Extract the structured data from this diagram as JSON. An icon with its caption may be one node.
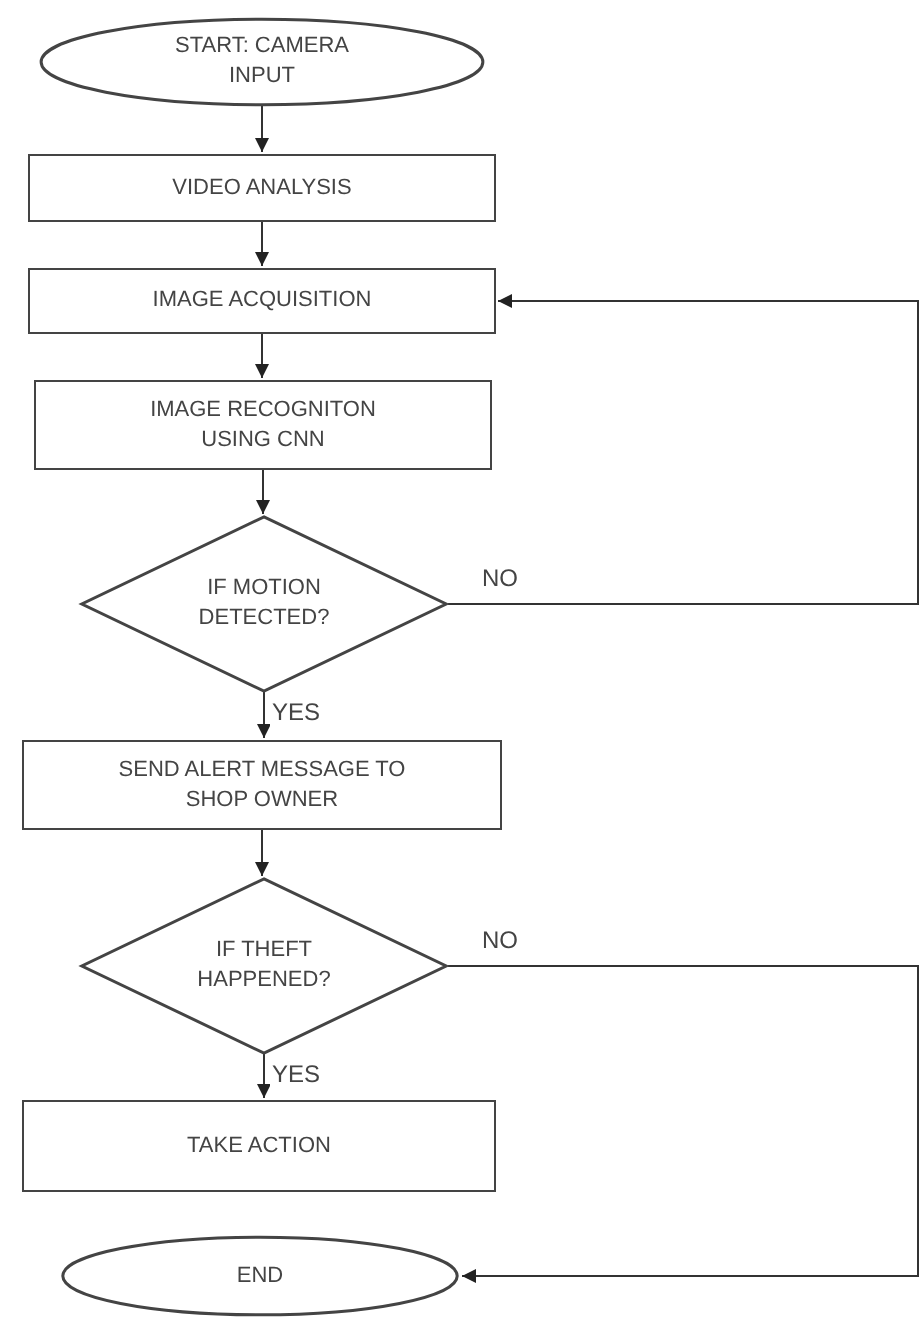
{
  "diagram": {
    "nodes": [
      {
        "text": [
          "START: CAMERA INPUT"
        ]
      },
      {
        "text": [
          "VIDEO ANALYSIS"
        ]
      },
      {
        "text": [
          "IMAGE ACQUISITION"
        ]
      },
      {
        "text": [
          "IMAGE RECOGNITON USING CNN"
        ]
      },
      {
        "text": [
          "IF MOTION DETECTED?"
        ]
      },
      {
        "text": [
          "SEND ALERT MESSAGE TO SHOP OWNER"
        ]
      },
      {
        "text": [
          "IF THEFT HAPPENED?"
        ]
      },
      {
        "text": [
          "TAKE ACTION"
        ]
      },
      {
        "text": [
          "END"
        ]
      }
    ],
    "edges": [
      {
        "from": 0,
        "to": 1,
        "arrow": "to"
      },
      {
        "from": 1,
        "to": 2,
        "arrow": "to"
      },
      {
        "from": 2,
        "to": 3,
        "arrow": "to"
      },
      {
        "from": 3,
        "to": 4,
        "arrow": "to"
      },
      {
        "from": 4,
        "to": 5,
        "arrow": "to",
        "label": "YES"
      },
      {
        "from": 4,
        "to": 2,
        "arrow": "to",
        "label": "NO"
      },
      {
        "from": 5,
        "to": 6,
        "arrow": "to"
      },
      {
        "from": 6,
        "to": 7,
        "arrow": "to",
        "label": "YES"
      },
      {
        "from": 6,
        "to": 8,
        "arrow": "to",
        "label": "NO"
      }
    ]
  }
}
